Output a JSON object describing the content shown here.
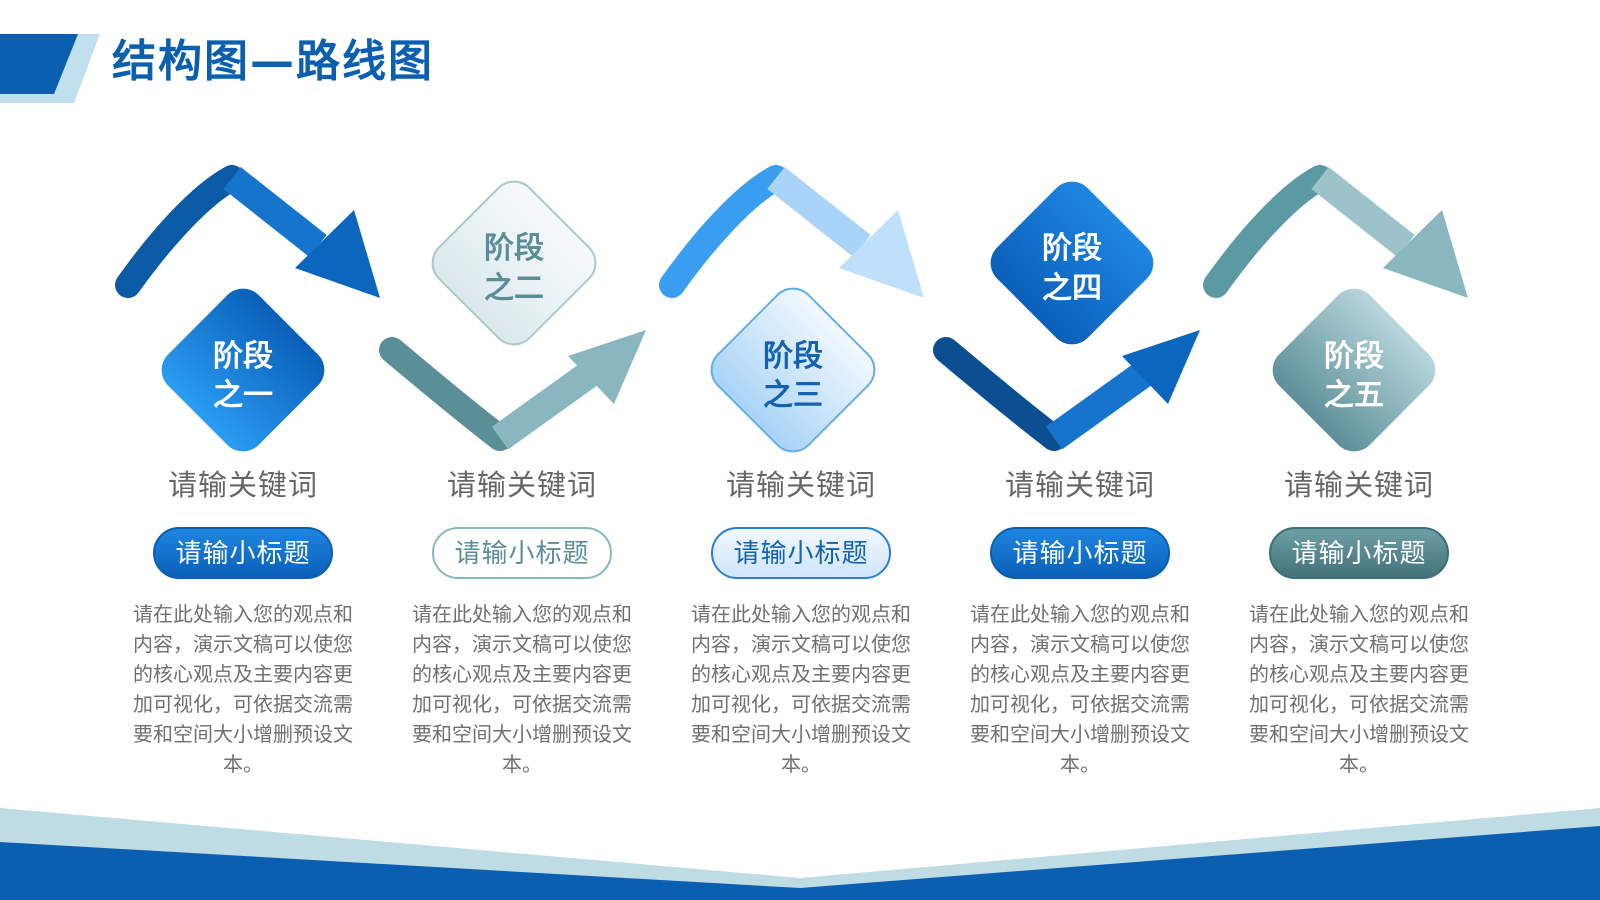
{
  "title": "结构图—路线图",
  "colors": {
    "primary": "#0a5fb0",
    "teal": "#5a8f98",
    "light_blue": "#bfe0fb",
    "text_gray": "#666666"
  },
  "stages": [
    {
      "label_line1": "阶段",
      "label_line2": "之一",
      "keyword": "请输关键词",
      "subtitle": "请输小标题",
      "description": "请在此处输入您的观点和内容，演示文稿可以使您的核心观点及主要内容更加可视化，可依据交流需要和空间大小增删预设文本。"
    },
    {
      "label_line1": "阶段",
      "label_line2": "之二",
      "keyword": "请输关键词",
      "subtitle": "请输小标题",
      "description": "请在此处输入您的观点和内容，演示文稿可以使您的核心观点及主要内容更加可视化，可依据交流需要和空间大小增删预设文本。"
    },
    {
      "label_line1": "阶段",
      "label_line2": "之三",
      "keyword": "请输关键词",
      "subtitle": "请输小标题",
      "description": "请在此处输入您的观点和内容，演示文稿可以使您的核心观点及主要内容更加可视化，可依据交流需要和空间大小增删预设文本。"
    },
    {
      "label_line1": "阶段",
      "label_line2": "之四",
      "keyword": "请输关键词",
      "subtitle": "请输小标题",
      "description": "请在此处输入您的观点和内容，演示文稿可以使您的核心观点及主要内容更加可视化，可依据交流需要和空间大小增删预设文本。"
    },
    {
      "label_line1": "阶段",
      "label_line2": "之五",
      "keyword": "请输关键词",
      "subtitle": "请输小标题",
      "description": "请在此处输入您的观点和内容，演示文稿可以使您的核心观点及主要内容更加可视化，可依据交流需要和空间大小增删预设文本。"
    }
  ]
}
